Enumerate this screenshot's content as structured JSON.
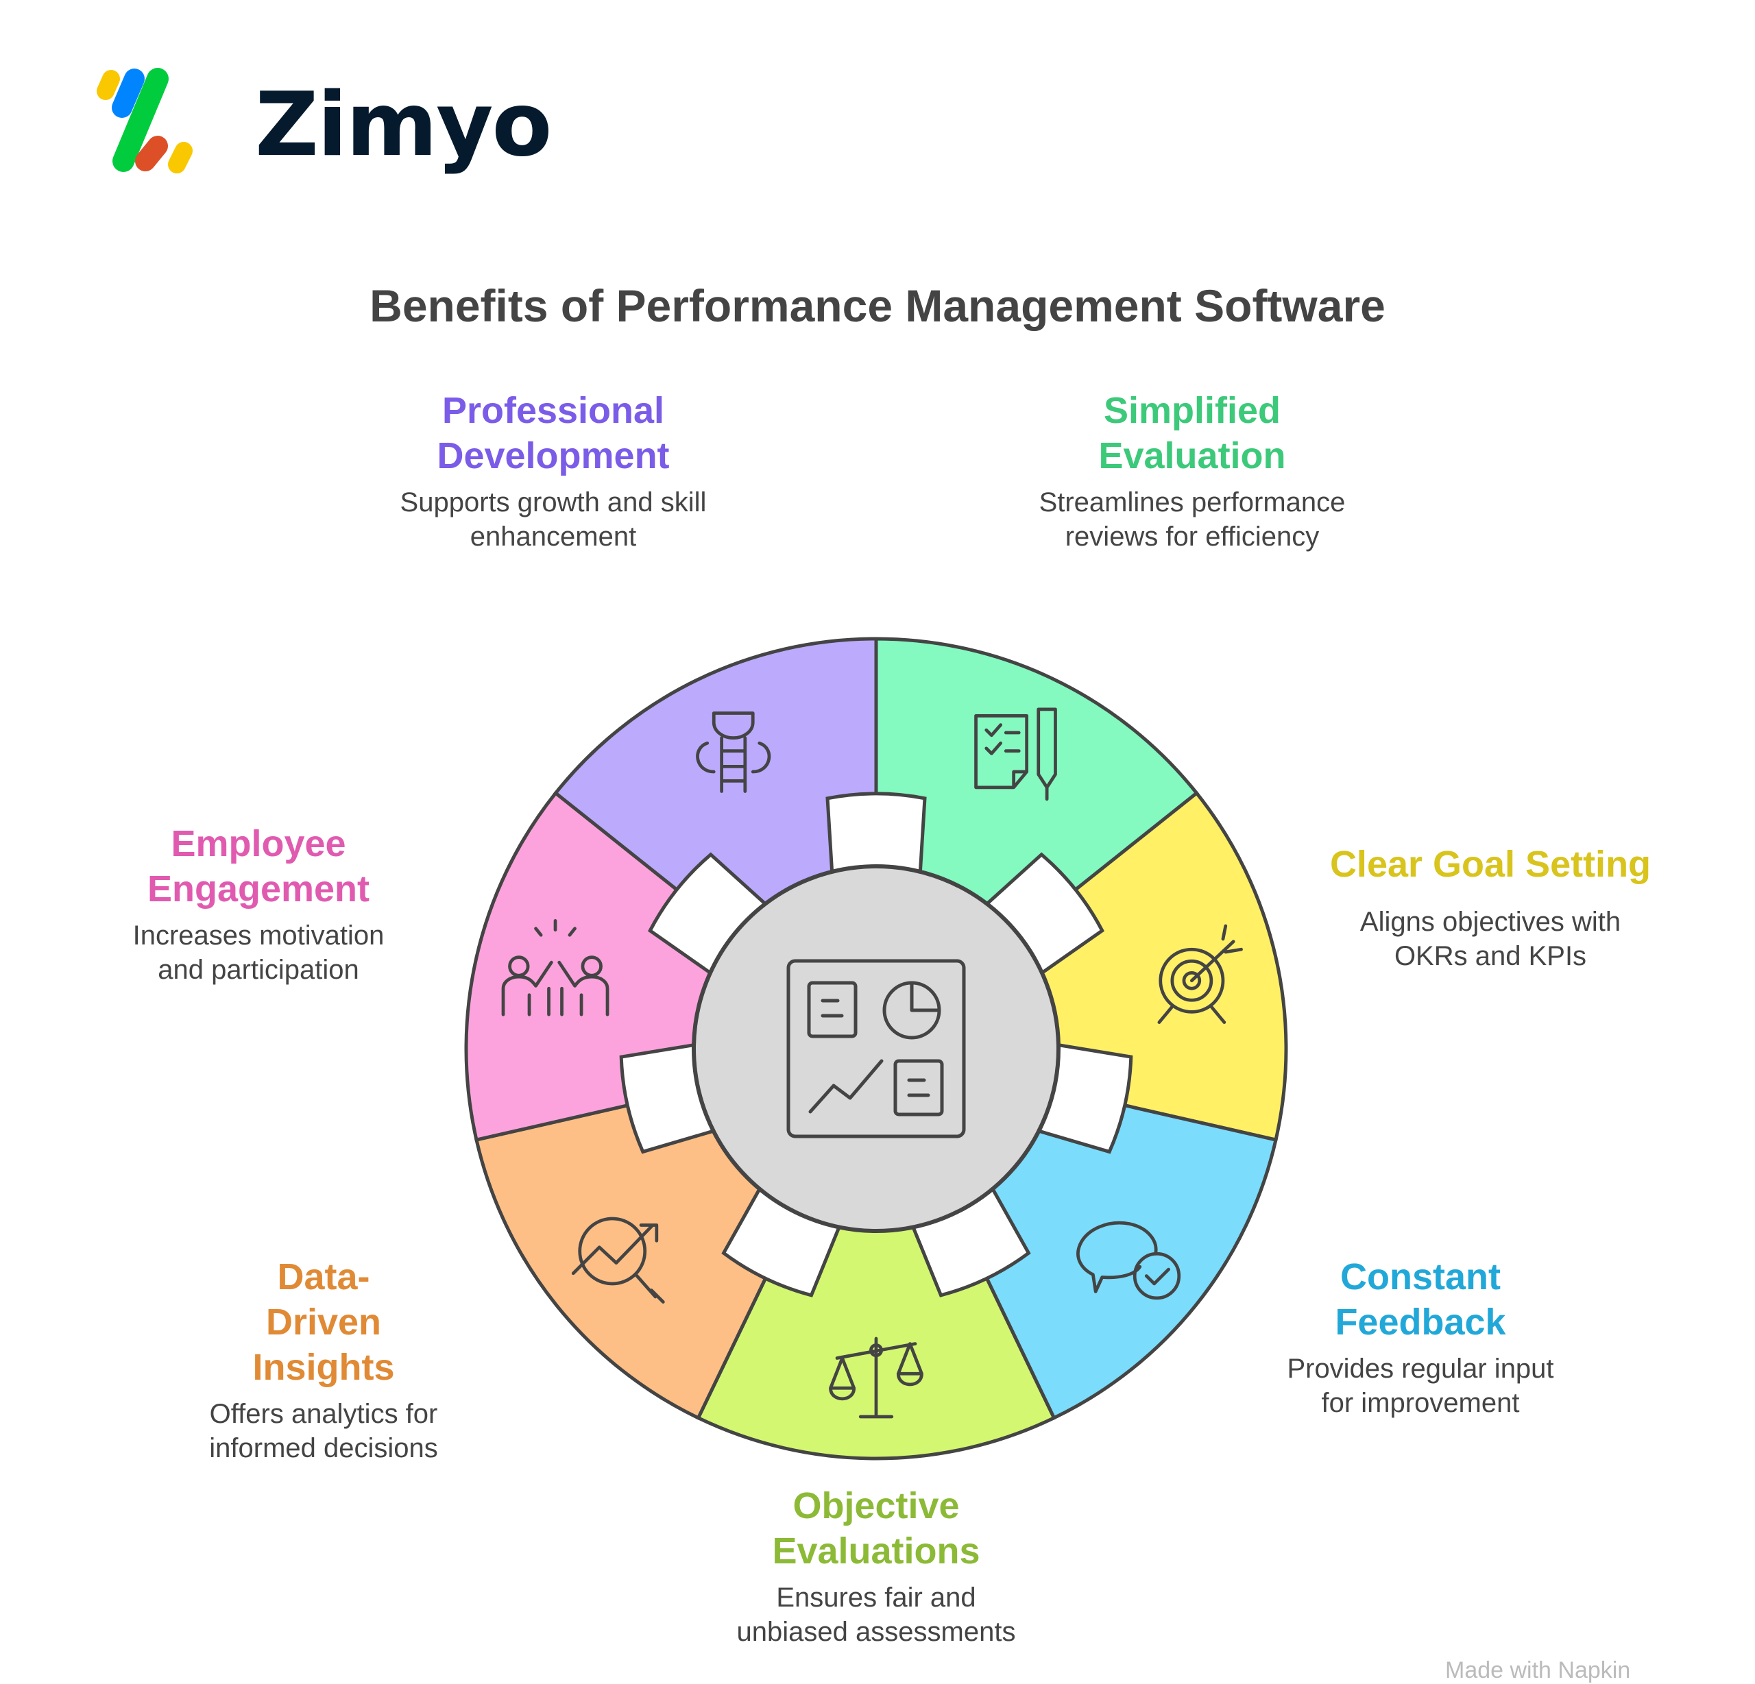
{
  "brand": {
    "name": "Zimyo"
  },
  "title": "Benefits of Performance Management Software",
  "colors": {
    "stroke": "#444444",
    "center": "#d9d9d9"
  },
  "segments": [
    {
      "heading": "Professional Development",
      "desc": "Supports growth and skill enhancement",
      "fill": "#bcaafd",
      "text": "#7b5ce8",
      "icon": "trophy-ladder-icon"
    },
    {
      "heading": "Simplified Evaluation",
      "desc": "Streamlines performance reviews for efficiency",
      "fill": "#84f9c0",
      "text": "#3cc97a",
      "icon": "checklist-pen-icon"
    },
    {
      "heading": "Clear Goal Setting",
      "desc": "Aligns objectives with OKRs and KPIs",
      "fill": "#fff066",
      "text": "#d8c41c",
      "icon": "target-arrow-icon"
    },
    {
      "heading": "Constant Feedback",
      "desc": "Provides regular input for improvement",
      "fill": "#7bdcfc",
      "text": "#22a8d8",
      "icon": "chat-check-icon"
    },
    {
      "heading": "Objective Evaluations",
      "desc": "Ensures fair and unbiased assessments",
      "fill": "#d3f770",
      "text": "#8cba36",
      "icon": "balance-scale-icon"
    },
    {
      "heading": "Data-Driven Insights",
      "desc": "Offers analytics for informed decisions",
      "fill": "#fdbf86",
      "text": "#e08a35",
      "icon": "chart-magnifier-icon"
    },
    {
      "heading": "Employee Engagement",
      "desc": "Increases motivation and participation",
      "fill": "#fca3dd",
      "text": "#e05bb0",
      "icon": "high-five-icon"
    }
  ],
  "watermark": "Made with Napkin"
}
